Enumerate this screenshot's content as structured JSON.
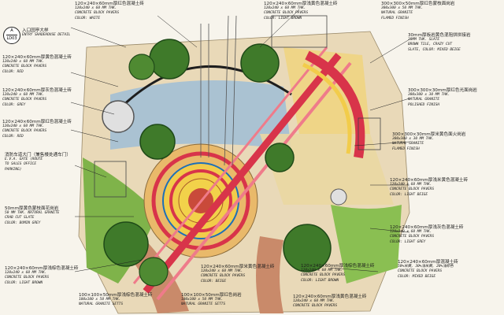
{
  "title": {
    "tag_top": "A",
    "tag_bottom": "LD03",
    "cn": "入口园亭大样",
    "en": "ENTRY SHADEHOUSE DETAIL"
  },
  "notes": {
    "top_left": {
      "cn": "120×240×60mm厚红色混凝土砖",
      "en1": "120x240 x 60 MM THK.",
      "en2": "CONCRETE BLOCK PAVERS",
      "en3": "COLOR: WHITE"
    },
    "top_center": {
      "cn": "120×240×60mm厚浅黄色混凝土砖",
      "en1": "120x240 x 60 MM THK.",
      "en2": "CONCRETE BLOCK PAVERS",
      "en3": "COLOR: LIGHT BROWN"
    },
    "top_right": {
      "cn": "300×300×50mm厚红色蒙枝面岗岩",
      "en1": "300x300 x 50 MM THK.",
      "en2": "NATURAL GRANITE",
      "en3": "FLAMED FINISH"
    },
    "left_1": {
      "cn": "120×240×60mm厚黄色混凝土砖",
      "en1": "120x240 x 60 MM THK.",
      "en2": "CONCRETE BLOCK PAVERS",
      "en3": "COLOR: RED"
    },
    "left_2": {
      "cn": "120×240×60mm厚灰色混凝土砖",
      "en1": "120x240 x 60 MM THK.",
      "en2": "CONCRETE BLOCK PAVERS",
      "en3": "COLOR: GREY"
    },
    "left_3": {
      "cn": "120×240×60mm厚红色混凝土砖",
      "en1": "120x240 x 60 MM THK.",
      "en2": "CONCRETE BLOCK PAVERS",
      "en3": "COLOR: RED"
    },
    "left_4": {
      "cn": "消防车道大门（兼售楼处通车门）",
      "en1": "E.V.A. GATE (ROUTE",
      "en2": "TO SALES OFFICE",
      "en3": "PARKING)"
    },
    "left_5": {
      "cn": "50mm厚黄色蒙枝面花岗岩",
      "en1": "50 MM THK. NATURAL GRANITE",
      "en2": "CRAB CUT SLATE",
      "en3": "COLOR: BUMIN GREY"
    },
    "left_6": {
      "cn": "120×240×60mm厚浅棕色混凝土砖",
      "en1": "120x240 x 60 MM THK.",
      "en2": "CONCRETE BLOCK PAVERS",
      "en3": "COLOR: LIGHT BROWN"
    },
    "right_1": {
      "cn": "30mm厚板岩黄色混阻拼拼接岩",
      "en1": "30MM THK. SLATE",
      "en2": "BROWN TILE, CRAZY CUT",
      "en3": "SLATE, COLOR: MIXED BEIGE"
    },
    "right_2": {
      "cn": "300×300×30mm厚红色光面岗岩",
      "en1": "300x300 x 30 MM THK.",
      "en2": "NATURAL GRANITE",
      "en3": "POLISHED FINISH"
    },
    "right_3": {
      "cn": "300×300×30mm厚米黄色面火岗岩",
      "en1": "300x300 x 30 MM THK.",
      "en2": "NATURAL GRANITE",
      "en3": "FLAMED FINISH"
    },
    "right_4": {
      "cn": "120×240×60mm厚浅米黄色混凝土砖",
      "en1": "120x240 x 60 MM THK.",
      "en2": "CONCRETE BLOCK PAVERS",
      "en3": "COLOR: LIGHT BEIGE"
    },
    "right_5": {
      "cn": "120×240×60mm厚浅灰色混凝土砖",
      "en1": "120x240 x 60 MM THK.",
      "en2": "CONCRETE BLOCK PAVERS",
      "en3": "COLOR: LIGHT GREY"
    },
    "right_6": {
      "cn": "120×240×60mm厚浅棕色混凝土砖",
      "en1": "120x240 x 60 MM THK.",
      "en2": "CONCRETE BLOCK PAVERS",
      "en3": "COLOR: LIGHT BROWN"
    },
    "right_7": {
      "cn": "120×240×60mm厚混凝土砖",
      "en1": "50%米黄, 30%浅米黄, 20%浅棕色",
      "en2": "CONCRETE BLOCK PAVERS",
      "en3": "COLOR: MIXED BEIGE"
    },
    "bottom_1": {
      "cn": "100×100×50mm厚浅棕色混凝土砖",
      "en1": "100x100 x 50 MM THK.",
      "en2": "NATURAL GRANITE SETTS",
      "en3": "LIGHT BROWN"
    },
    "bottom_2": {
      "cn": "100×100×50mm厚红色岗岩",
      "en1": "100x100 x 50 MM THK.",
      "en2": "NATURAL GRANITE SETTS",
      "en3": "COLOR: RED"
    },
    "bottom_3": {
      "cn": "120×240×60mm厚米黄色混凝土砖",
      "en1": "120x240 x 60 MM THK.",
      "en2": "CONCRETE BLOCK PAVERS",
      "en3": "COLOR: BEIGE"
    },
    "bottom_4": {
      "cn": "120×240×60mm厚浅黄色混凝土砖",
      "en1": "120x240 x 60 MM THK.",
      "en2": "CONCRETE BLOCK PAVERS",
      "en3": "COLOR: LIGHT BEIGE"
    }
  },
  "colors": {
    "paper": "#f7f4ec",
    "tree": "#3f7a2a",
    "tree_dark": "#1f4a18",
    "red_band": "#d8344a",
    "yellow": "#f2cc4a",
    "blue": "#6fa8d8",
    "brick": "#c9a27a",
    "grass": "#7fb34a"
  }
}
